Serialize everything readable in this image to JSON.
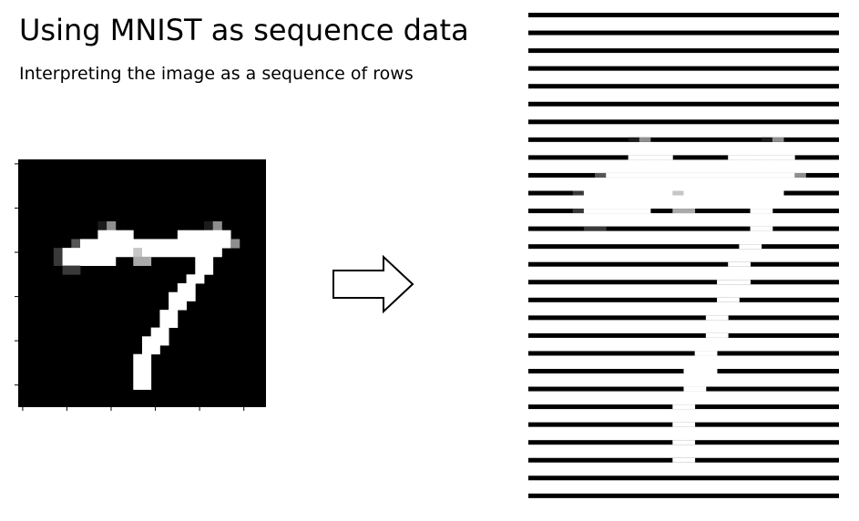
{
  "slide": {
    "title": "Using MNIST as sequence data",
    "subtitle": "Interpreting the image as a sequence of rows"
  },
  "digit_image": {
    "label": "7",
    "colors": {
      "background": "#000000",
      "stroke": "#ffffff"
    },
    "pixels": [
      "............................",
      "............................",
      "............................",
      "............................",
      "............................",
      "............................",
      "............................",
      ".........15..........15.....",
      ".........9999.....999999....",
      "......3999999999999999995...",
      "....2999999997999999999.....",
      "....2999999..66.....99......",
      ".....22.............99......",
      "...................99.......",
      "..................99........",
      ".................999........",
      ".................99.........",
      "................99..........",
      "................99..........",
      "...............99...........",
      "..............999...........",
      "..............99............",
      ".............99.............",
      ".............99.............",
      ".............99.............",
      ".............99.............",
      "............................",
      "............................"
    ]
  },
  "rows_strips": {
    "count": 28,
    "colors": {
      "bar": "#000000"
    }
  },
  "arrow": {
    "icon": "right-arrow-icon",
    "direction": "right"
  }
}
